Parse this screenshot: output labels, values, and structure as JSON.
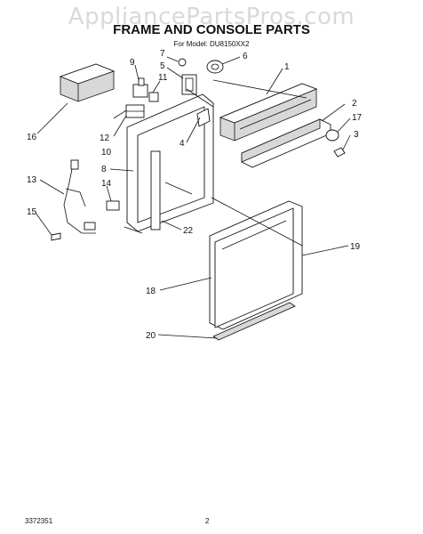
{
  "watermark": "AppliancePartsPros.com",
  "header": {
    "title": "FRAME AND CONSOLE PARTS",
    "model": "For Model: DU8150XX2"
  },
  "callouts": [
    "1",
    "2",
    "3",
    "4",
    "5",
    "6",
    "7",
    "8",
    "9",
    "10",
    "11",
    "12",
    "13",
    "14",
    "15",
    "16",
    "17",
    "18",
    "19",
    "20",
    "22"
  ],
  "footer": {
    "doc_number": "3372351",
    "page_number": "2"
  }
}
